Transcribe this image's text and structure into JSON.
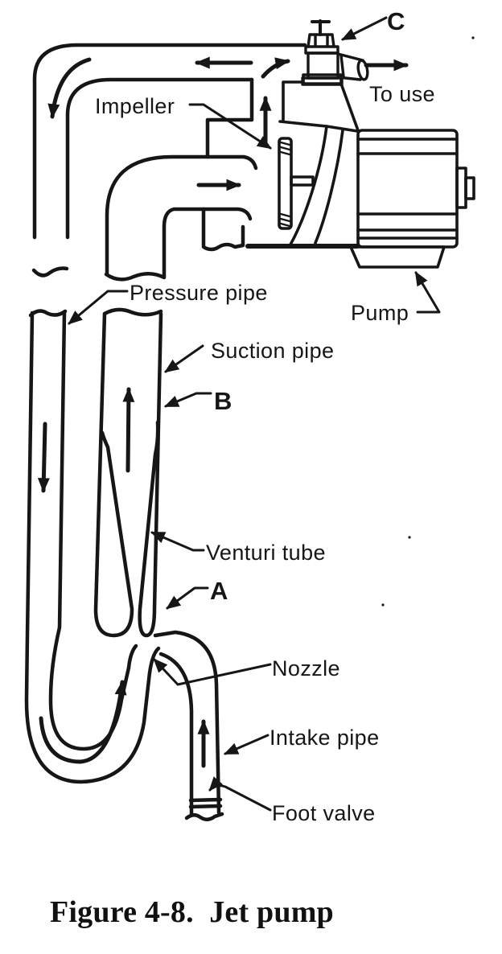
{
  "figure": {
    "caption": "Figure 4-8.  Jet pump",
    "labels": {
      "c": "C",
      "to_use": "To use",
      "impeller": "Impeller",
      "pressure_pipe": "Pressure pipe",
      "pump": "Pump",
      "suction_pipe": "Suction pipe",
      "b": "B",
      "venturi_tube": "Venturi tube",
      "a": "A",
      "nozzle": "Nozzle",
      "intake_pipe": "Intake pipe",
      "foot_valve": "Foot valve"
    },
    "colors": {
      "ink": "#161616",
      "paper": "#ffffff"
    }
  }
}
